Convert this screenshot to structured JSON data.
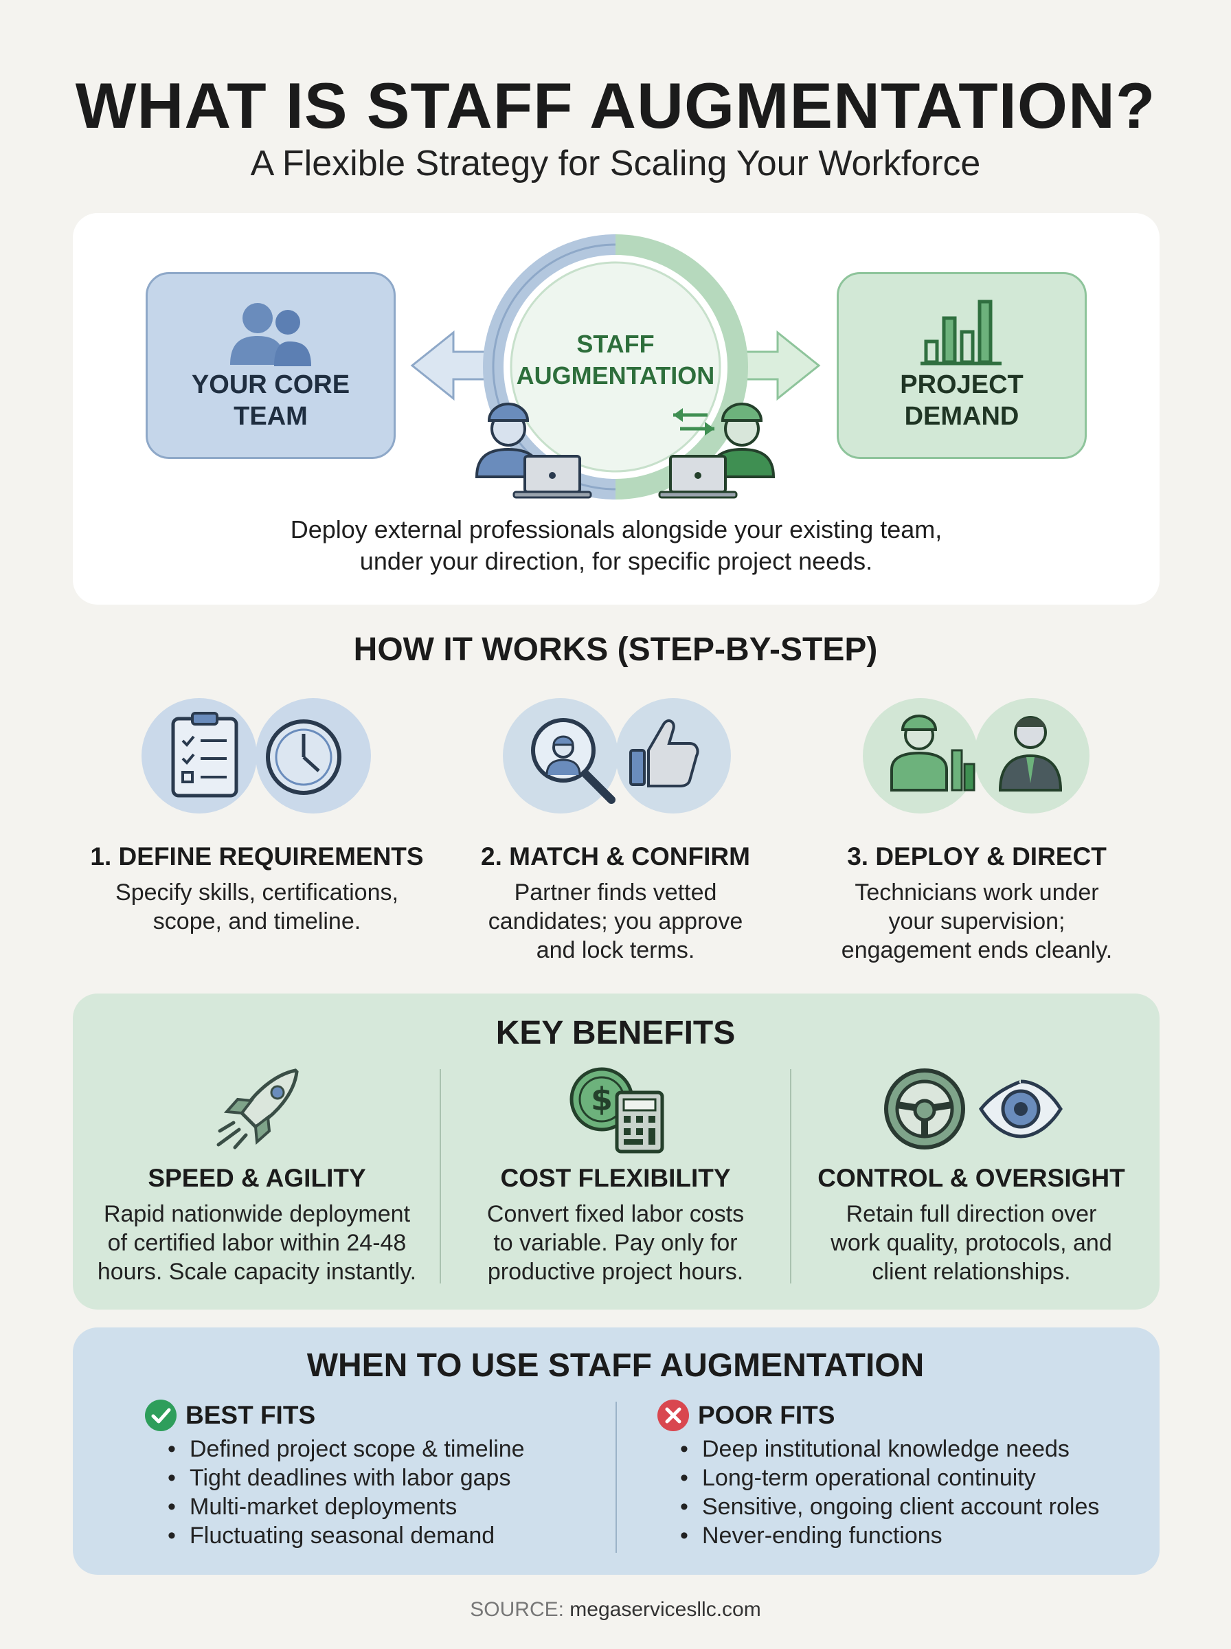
{
  "header": {
    "title": "WHAT IS STAFF AUGMENTATION?",
    "subtitle": "A Flexible Strategy for Scaling Your Workforce"
  },
  "intro": {
    "core_team": "YOUR CORE TEAM",
    "center": "STAFF AUGMENTATION",
    "project_demand": "PROJECT DEMAND",
    "description_line1": "Deploy external professionals alongside your existing team,",
    "description_line2": "under your direction, for specific project needs."
  },
  "how_it_works": {
    "title": "HOW IT WORKS (STEP-BY-STEP)",
    "steps": [
      {
        "title": "1. DEFINE REQUIREMENTS",
        "line1": "Specify skills, certifications,",
        "line2": "scope, and timeline.",
        "line3": ""
      },
      {
        "title": "2. MATCH & CONFIRM",
        "line1": "Partner finds vetted",
        "line2": "candidates; you approve",
        "line3": "and lock terms."
      },
      {
        "title": "3. DEPLOY & DIRECT",
        "line1": "Technicians work under",
        "line2": "your supervision;",
        "line3": "engagement ends cleanly."
      }
    ]
  },
  "benefits": {
    "title": "KEY BENEFITS",
    "items": [
      {
        "title": "SPEED & AGILITY",
        "line1": "Rapid nationwide deployment",
        "line2": "of certified labor within 24-48",
        "line3": "hours. Scale capacity instantly."
      },
      {
        "title": "COST FLEXIBILITY",
        "line1": "Convert fixed labor costs",
        "line2": "to variable. Pay only for",
        "line3": "productive project hours."
      },
      {
        "title": "CONTROL & OVERSIGHT",
        "line1": "Retain full direction over",
        "line2": "work quality, protocols, and",
        "line3": "client relationships."
      }
    ]
  },
  "when_to_use": {
    "title": "WHEN TO USE STAFF AUGMENTATION",
    "best_fits": {
      "heading": "BEST FITS",
      "items": [
        "Defined project scope & timeline",
        "Tight deadlines with labor gaps",
        "Multi-market deployments",
        "Fluctuating seasonal demand"
      ]
    },
    "poor_fits": {
      "heading": "POOR FITS",
      "items": [
        "Deep institutional knowledge needs",
        "Long-term operational continuity",
        "Sensitive, ongoing client account roles",
        "Never-ending functions"
      ]
    }
  },
  "source": {
    "label": "SOURCE:",
    "value": "megaservicesllc.com"
  },
  "colors": {
    "blue_accent": "#c5d6ea",
    "green_accent": "#d2e8d6",
    "success": "#2e9e5b",
    "danger": "#d9474f"
  },
  "icons": [
    "users-icon",
    "bar-chart-icon",
    "cycle-arrows-icon",
    "worker-icon",
    "laptop-icon",
    "clipboard-icon",
    "clock-icon",
    "magnifier-icon",
    "thumbs-up-icon",
    "businessman-icon",
    "rocket-icon",
    "dollar-calculator-icon",
    "steering-wheel-icon",
    "eye-icon",
    "check-circle-icon",
    "x-circle-icon"
  ]
}
